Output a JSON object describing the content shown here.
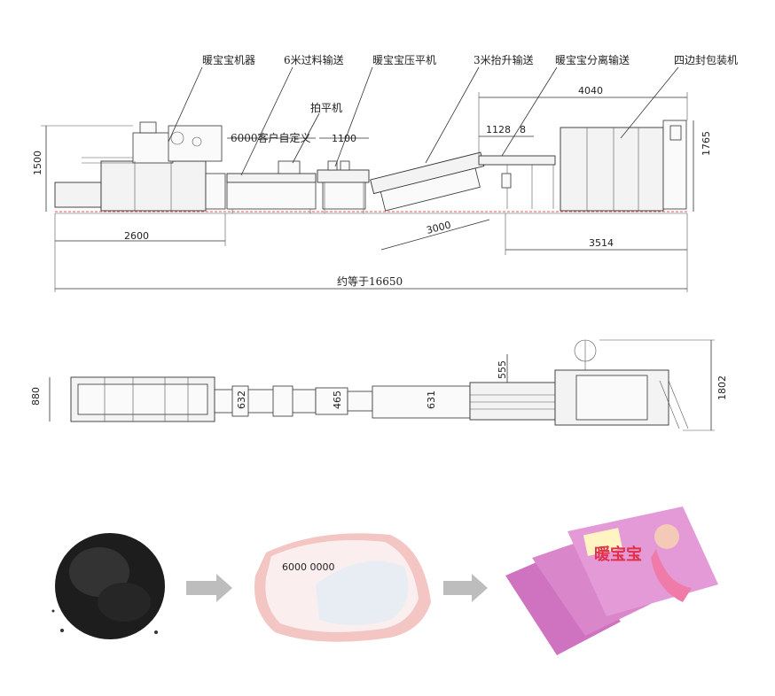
{
  "side_view": {
    "labels": {
      "machine": "暖宝宝机器",
      "conveyor_6m": "6米过料输送",
      "press": "暖宝宝压平机",
      "lift_3m": "3米抬升输送",
      "separator": "暖宝宝分离输送",
      "packer": "四边封包装机",
      "flattener": "拍平机"
    },
    "dims": {
      "custom_6000": "6000客户自定义",
      "d1100": "1100",
      "d1128": "1128",
      "d8": "8",
      "d4040": "4040",
      "d1500": "1500",
      "d1765": "1765",
      "d2600": "2600",
      "d3000": "3000",
      "d3514": "3514",
      "total": "约等于16650"
    }
  },
  "top_view": {
    "dims": {
      "d880": "880",
      "d632": "632",
      "d465": "465",
      "d631": "631",
      "d555": "555",
      "d1802": "1802"
    }
  },
  "process": {
    "steps": [
      "iron-powder",
      "heat-pad",
      "packaged-heat-packs"
    ],
    "pad_text": "6000 0000",
    "pack_brand": "暖宝宝",
    "colors": {
      "powder": "#1d1d1d",
      "pad_edge": "#f3c6c3",
      "pack": "#d77fc4",
      "arrow": "#bdbdbd"
    }
  }
}
